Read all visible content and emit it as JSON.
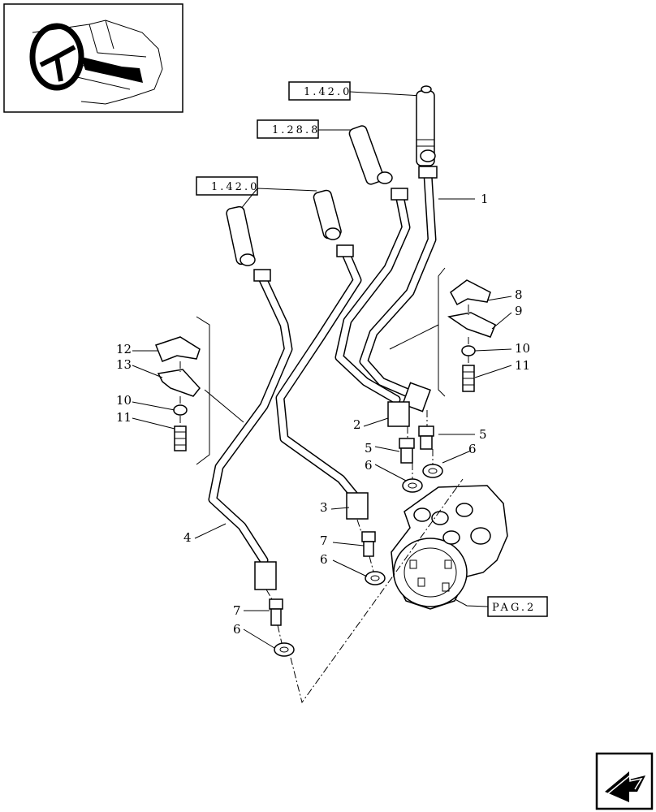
{
  "references": [
    {
      "id": "ref-1-42-0-top",
      "text": "1.42.0"
    },
    {
      "id": "ref-1-28-8",
      "text": "1.28.8"
    },
    {
      "id": "ref-1-42-0-left",
      "text": "1.42.0"
    },
    {
      "id": "ref-pag-2",
      "text": "PAG.2"
    }
  ],
  "callouts": {
    "c1": "1",
    "c2": "2",
    "c3": "3",
    "c4": "4",
    "c5a": "5",
    "c5b": "5",
    "c6a": "6",
    "c6b": "6",
    "c6c": "6",
    "c6d": "6",
    "c7a": "7",
    "c7b": "7",
    "c8": "8",
    "c9": "9",
    "c10a": "10",
    "c10b": "10",
    "c11a": "11",
    "c11b": "11",
    "c12": "12",
    "c13": "13"
  },
  "icons": {
    "thumbnail": "tractor-steering-wheel-icon",
    "navigation": "next-page-arrow-icon"
  }
}
